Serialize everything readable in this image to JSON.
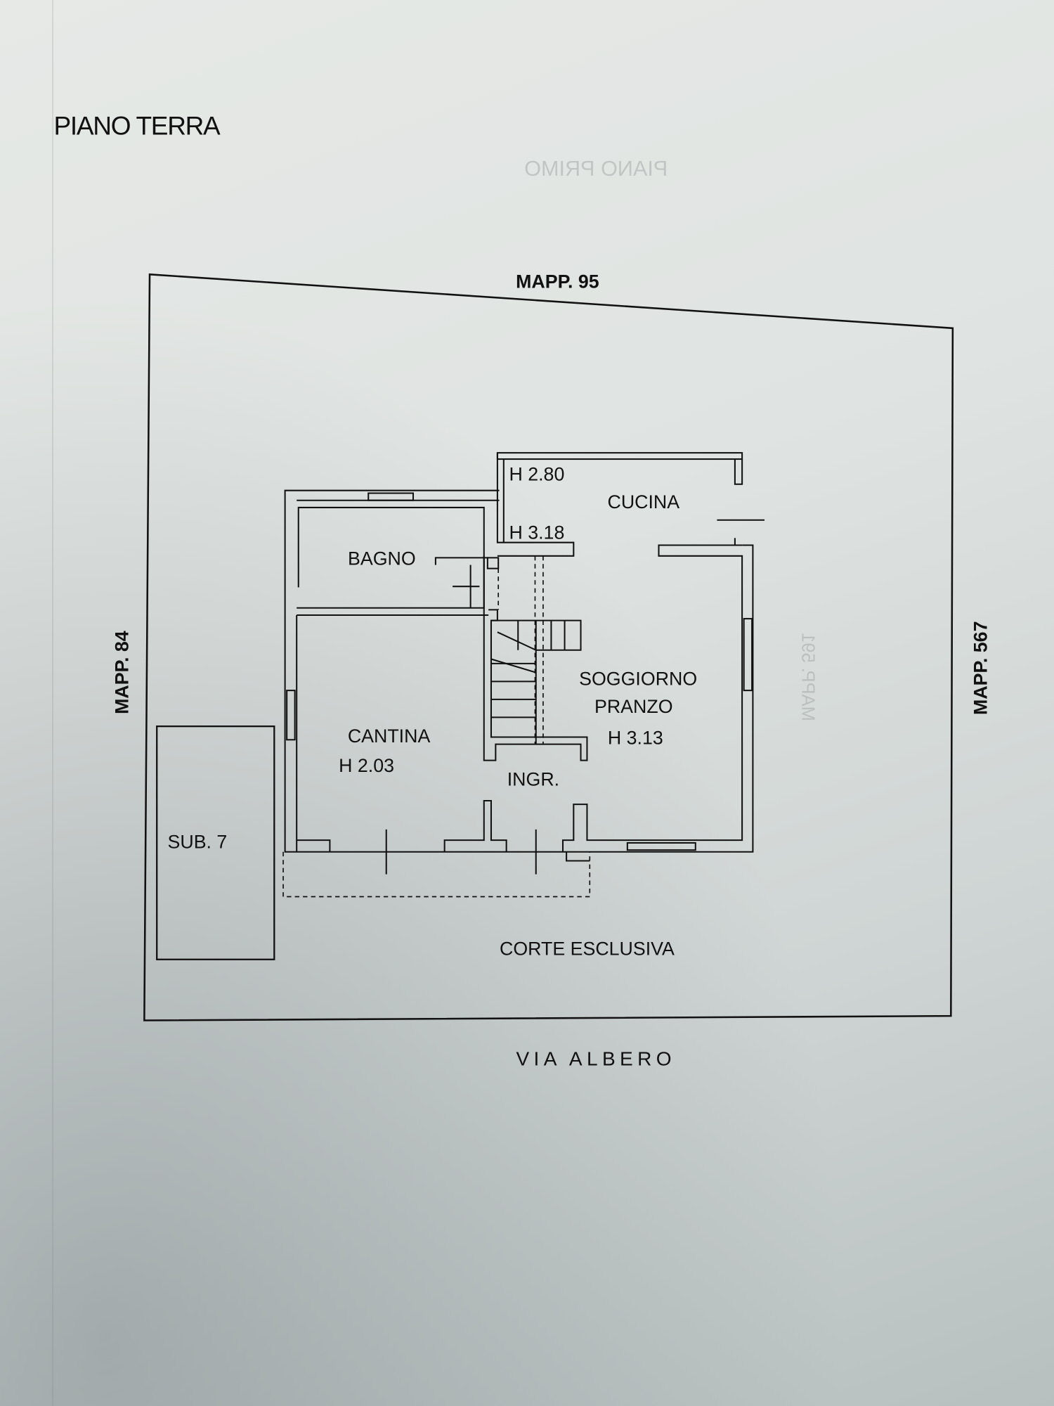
{
  "title": "PIANO TERRA",
  "ghost_text": {
    "top": "PIANO PRIMO",
    "side": "MAPP. 591"
  },
  "boundaries": {
    "north": "MAPP. 95",
    "west": "MAPP. 84",
    "east": "MAPP. 567",
    "street": "VIA ALBERO"
  },
  "annex": "SUB. 7",
  "courtyard": "CORTE ESCLUSIVA",
  "rooms": {
    "cucina": {
      "name": "CUCINA",
      "height_top": "H 2.80",
      "height_bottom": "H 3.18"
    },
    "bagno": {
      "name": "BAGNO"
    },
    "soggiorno": {
      "name_1": "SOGGIORNO",
      "name_2": "PRANZO",
      "height": "H 3.13"
    },
    "cantina": {
      "name": "CANTINA",
      "height": "H 2.03"
    },
    "ingresso": {
      "name": "INGR."
    }
  },
  "colors": {
    "ink": "#111111",
    "paper": "#dfe3e1"
  }
}
